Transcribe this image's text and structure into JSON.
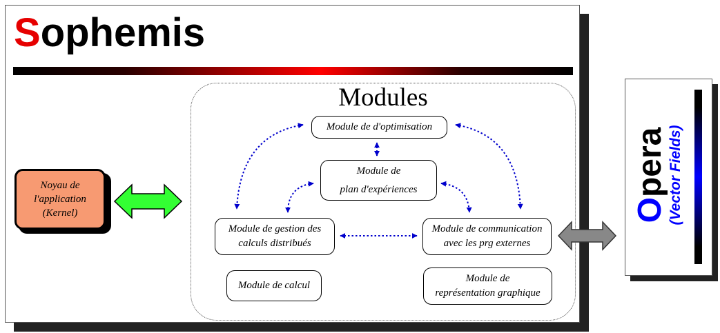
{
  "main": {
    "title_first": "S",
    "title_rest": "ophemis",
    "modules_title": "Modules"
  },
  "kernel": {
    "lines": [
      "Noyau de",
      "l'application",
      "(Kernel)"
    ]
  },
  "modules": {
    "optimisation": [
      "Module de d'optimisation"
    ],
    "plan": [
      "Module de",
      "plan d'expériences"
    ],
    "gestion": [
      "Module de gestion des",
      "calculs distribués"
    ],
    "communication": [
      "Module de communication",
      "avec les prg externes"
    ],
    "calcul": [
      "Module de calcul"
    ],
    "representation": [
      "Module de",
      "représentation graphique"
    ]
  },
  "opera": {
    "title_first": "O",
    "title_rest": "pera",
    "subtitle": "(Vector Fields)"
  },
  "colors": {
    "accent_red": "#e60000",
    "accent_blue": "#0000ff",
    "kernel_fill": "#f79a72",
    "kernel_arrow": "#33ff33",
    "module_arrow": "#0000cc",
    "opera_arrow": "#555555"
  }
}
